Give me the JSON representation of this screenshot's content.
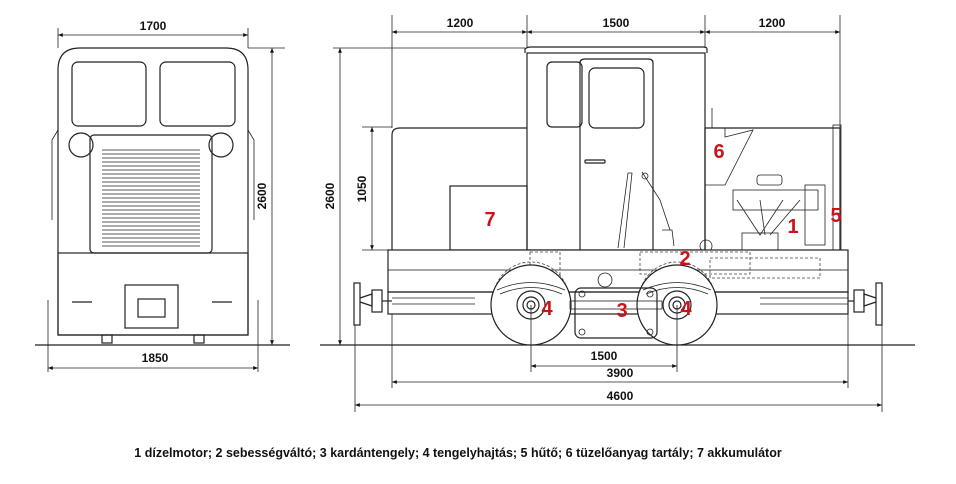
{
  "front_view": {
    "dimensions": {
      "width_top": "1700",
      "height": "2600",
      "width_bottom": "1850"
    }
  },
  "side_view": {
    "dimensions": {
      "rear_hood": "1200",
      "cab": "1500",
      "front_hood": "1200",
      "height": "2600",
      "hood_height": "1050",
      "wheelbase": "1500",
      "frame_length": "3900",
      "total_length": "4600"
    },
    "component_markers": {
      "engine": "1",
      "gearbox": "2",
      "cardan_shaft": "3",
      "axle_drive_left": "4",
      "axle_drive_right": "4",
      "radiator": "5",
      "fuel_tank": "6",
      "battery": "7"
    }
  },
  "caption": "1 dízelmotor; 2 sebességváltó; 3 kardántengely; 4 tengelyhajtás; 5 hűtő; 6 tüzelőanyag tartály; 7 akkumulátor",
  "colors": {
    "marker": "#c8151b",
    "line": "#222222"
  }
}
